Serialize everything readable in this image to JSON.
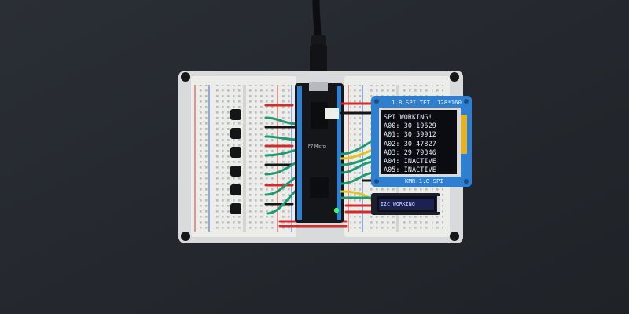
{
  "tft": {
    "top_label": "1.8 SPI TFT  128*160",
    "bottom_label": "KMR-1.8 SPI",
    "lines": [
      "SPI WORKING!",
      "A00: 30.19629",
      "A01: 30.59912",
      "A02: 30.47827",
      "A03: 29.79346",
      "A04: INACTIVE",
      "A05: INACTIVE"
    ]
  },
  "oled": {
    "text": "I2C WORKING"
  },
  "microcontroller": {
    "label": "F7 Micro"
  },
  "colors": {
    "background": "#262a30",
    "breadboard": "#e9e9e6",
    "tft_pcb": "#2f7fd0",
    "screen": "#0b0c12",
    "wire_green": "#1f9a74",
    "wire_red": "#d22b2b",
    "wire_yellow": "#e3c41d"
  }
}
